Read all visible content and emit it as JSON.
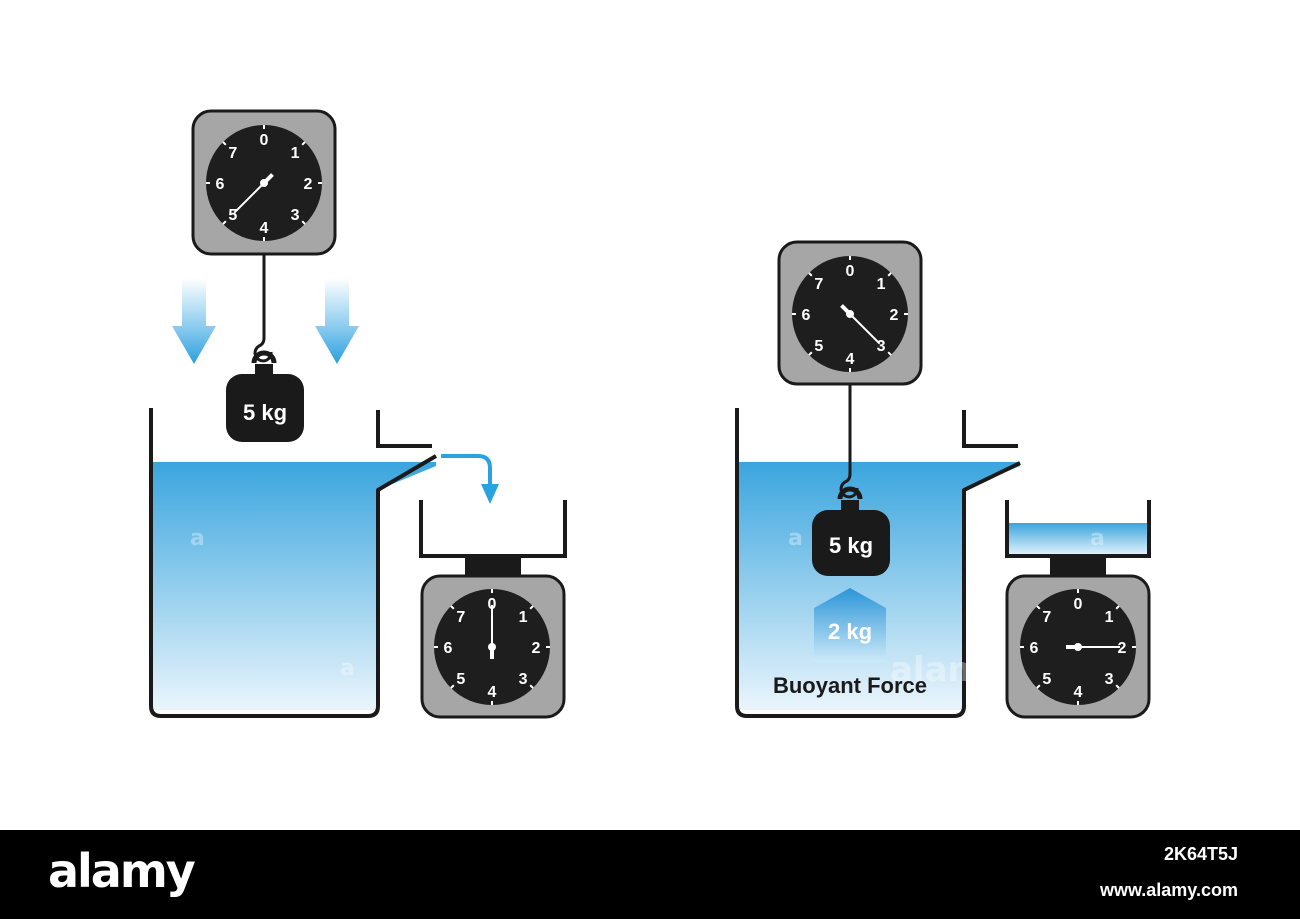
{
  "colors": {
    "water": "#3aa5de",
    "dial_face": "#1e1e1e",
    "scale_case": "#a6a6a6",
    "arrow": "#29a3e0",
    "banner": "#000000"
  },
  "icons": [
    "hanging-spring-scale-icon",
    "kitchen-scale-icon",
    "weight-icon",
    "down-arrow-icon",
    "pour-arrow-icon",
    "up-arrow-icon"
  ],
  "dial": {
    "labels": [
      "0",
      "1",
      "2",
      "3",
      "4",
      "5",
      "6",
      "7"
    ]
  },
  "left_scene": {
    "weight_label": "5 kg",
    "hanging_reading": 5,
    "pan_reading": 0,
    "pan_water_level": 0
  },
  "right_scene": {
    "weight_label": "5 kg",
    "hanging_reading": 3,
    "pan_reading": 2,
    "buoyant_label": "2 kg",
    "buoyant_caption": "Buoyant Force",
    "pan_water_level": 0.4
  },
  "watermarks": [
    "a",
    "a",
    "a",
    "a",
    "alam"
  ],
  "footer": {
    "brand": "alamy",
    "image_id": "2K64T5J",
    "site": "www.alamy.com"
  }
}
